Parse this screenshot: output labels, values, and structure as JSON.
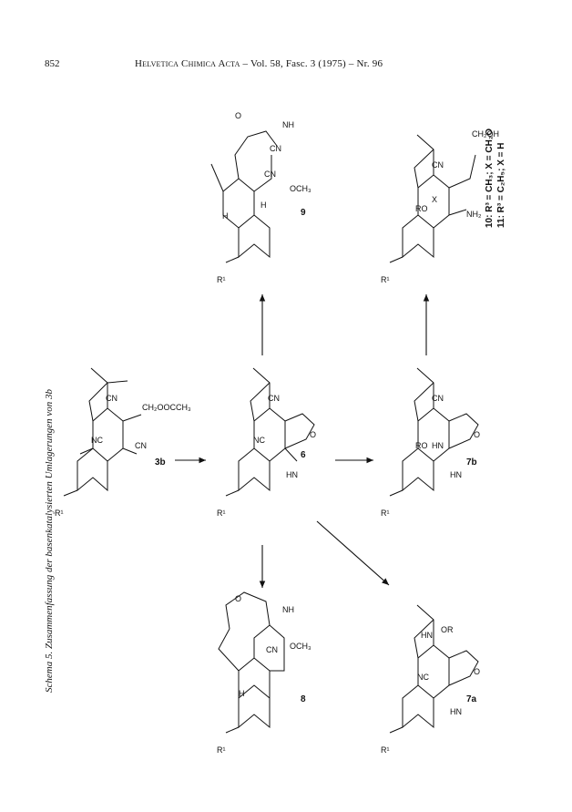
{
  "header": {
    "page_number": "852",
    "journal": "Helvetica Chimica Acta",
    "volume_info": " – Vol. 58, Fasc. 3 (1975) – Nr. 96"
  },
  "caption": "Schema 5. Zusammenfassung der basenkatalysierten Umlagerungen von 3b",
  "compounds": {
    "c3b": {
      "id": "3b",
      "subst": [
        "R¹",
        "NC",
        "CN",
        "CN",
        "CH₂OOCCH₃"
      ]
    },
    "c6": {
      "id": "6",
      "subst": [
        "R¹",
        "NC",
        "CN",
        "HN",
        "O"
      ]
    },
    "c7b": {
      "id": "7b",
      "subst": [
        "R¹",
        "RO",
        "HN",
        "CN",
        "HN",
        "O"
      ]
    },
    "c7a": {
      "id": "7a",
      "subst": [
        "R¹",
        "NC",
        "HN",
        "OR",
        "HN",
        "O"
      ]
    },
    "c8": {
      "id": "8",
      "subst": [
        "R¹",
        "H",
        "CN",
        "OCH₃",
        "NH",
        "O"
      ]
    },
    "c9": {
      "id": "9",
      "subst": [
        "R¹",
        "H",
        "H",
        "CN",
        "CN",
        "OCH₃",
        "NH",
        "O"
      ]
    },
    "c10": {
      "id": "10",
      "subst": [
        "R¹",
        "RO",
        "X",
        "CN",
        "NH₂",
        "CH₂OH"
      ]
    }
  },
  "legend": [
    "10: R³ = CH₃; X = CH₂O",
    "11: R³ = C₂H₅; X = H"
  ]
}
